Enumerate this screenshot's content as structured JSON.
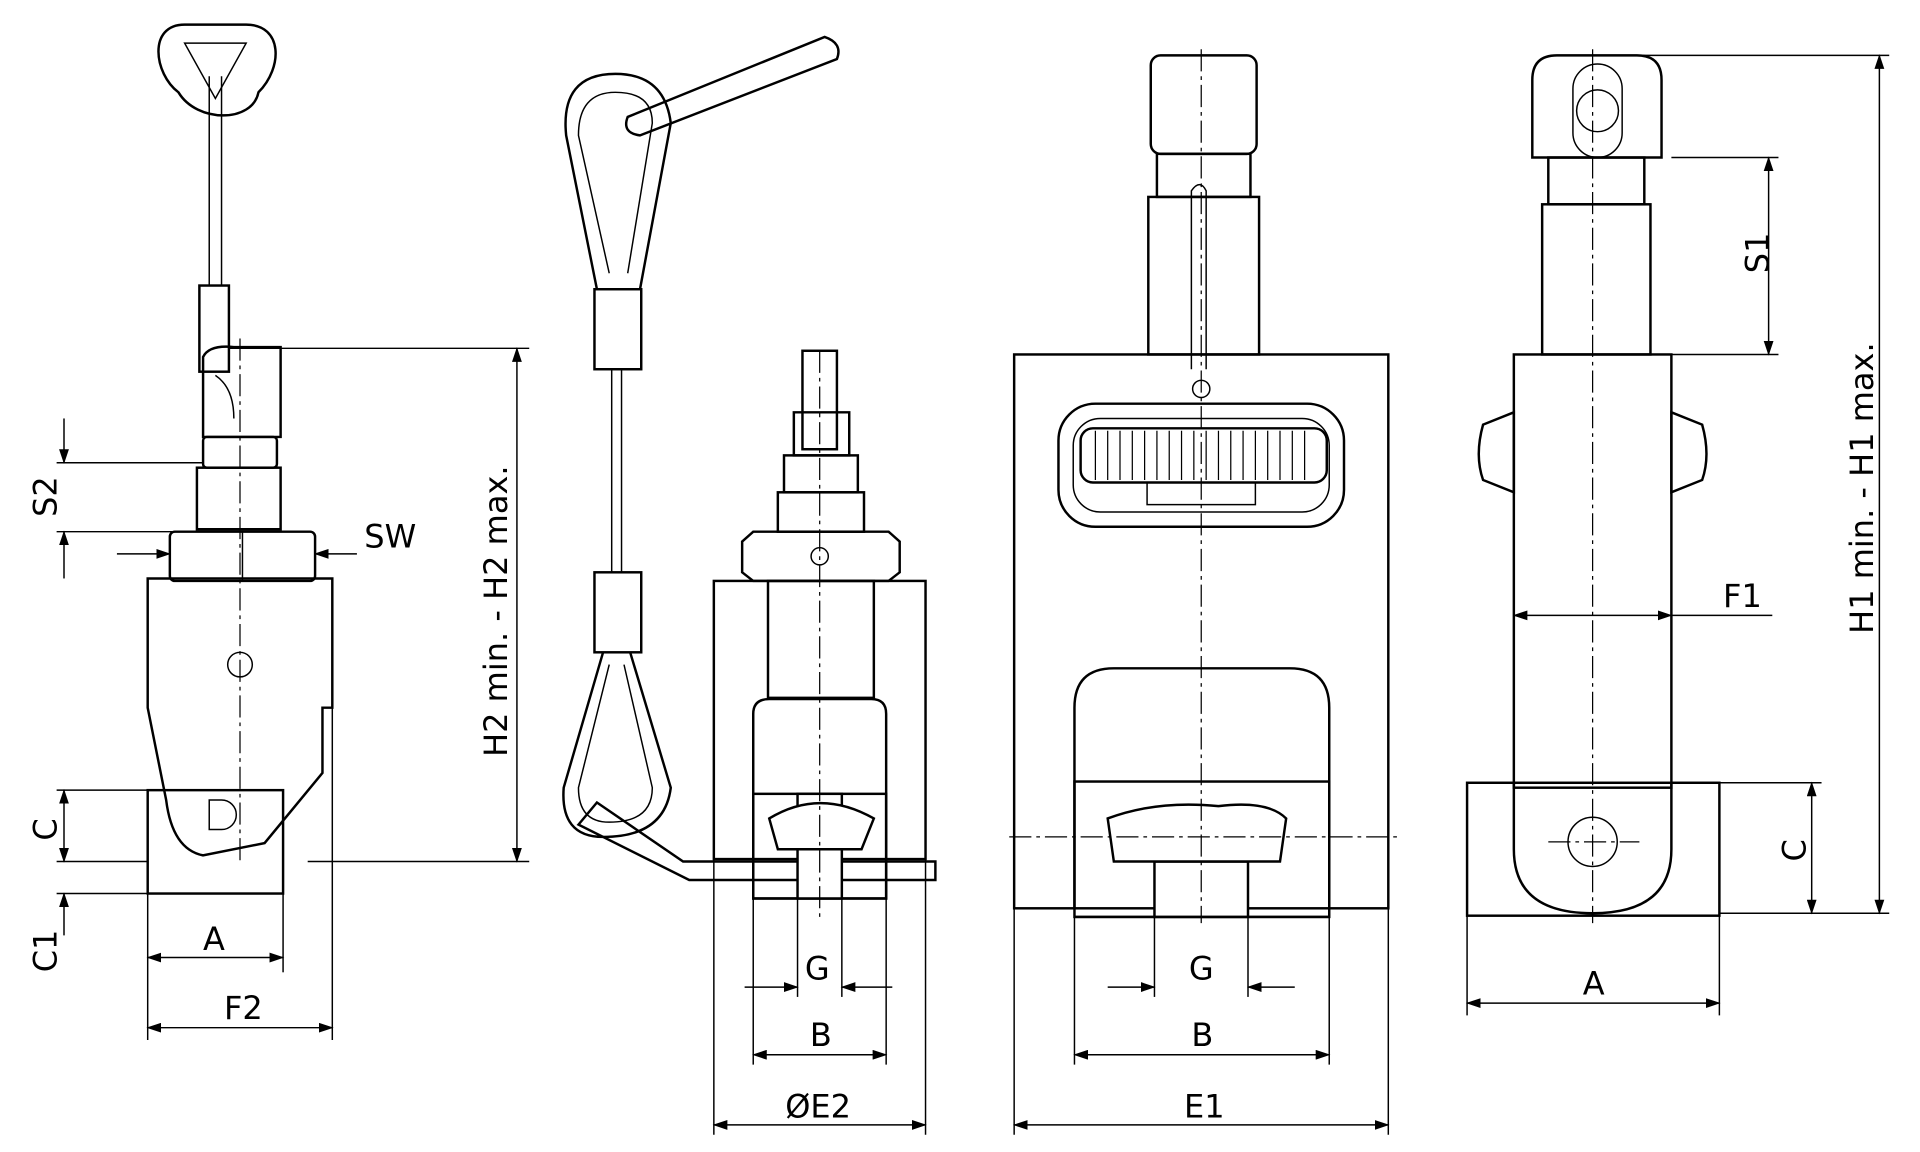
{
  "drawing": {
    "views": [
      "side-view-left",
      "front-view-round",
      "front-view-wide",
      "side-view-right"
    ],
    "labels": {
      "s2": "S2",
      "sw": "SW",
      "h2": "H2 min. - H2 max.",
      "c_left": "C",
      "c1": "C1",
      "a_left": "A",
      "f2": "F2",
      "g_mid": "G",
      "b_mid": "B",
      "e2": "ØE2",
      "g_wide": "G",
      "b_wide": "B",
      "e1": "E1",
      "s1": "S1",
      "f1": "F1",
      "h1": "H1 min. - H1 max.",
      "c_right": "C",
      "a_right": "A"
    }
  }
}
